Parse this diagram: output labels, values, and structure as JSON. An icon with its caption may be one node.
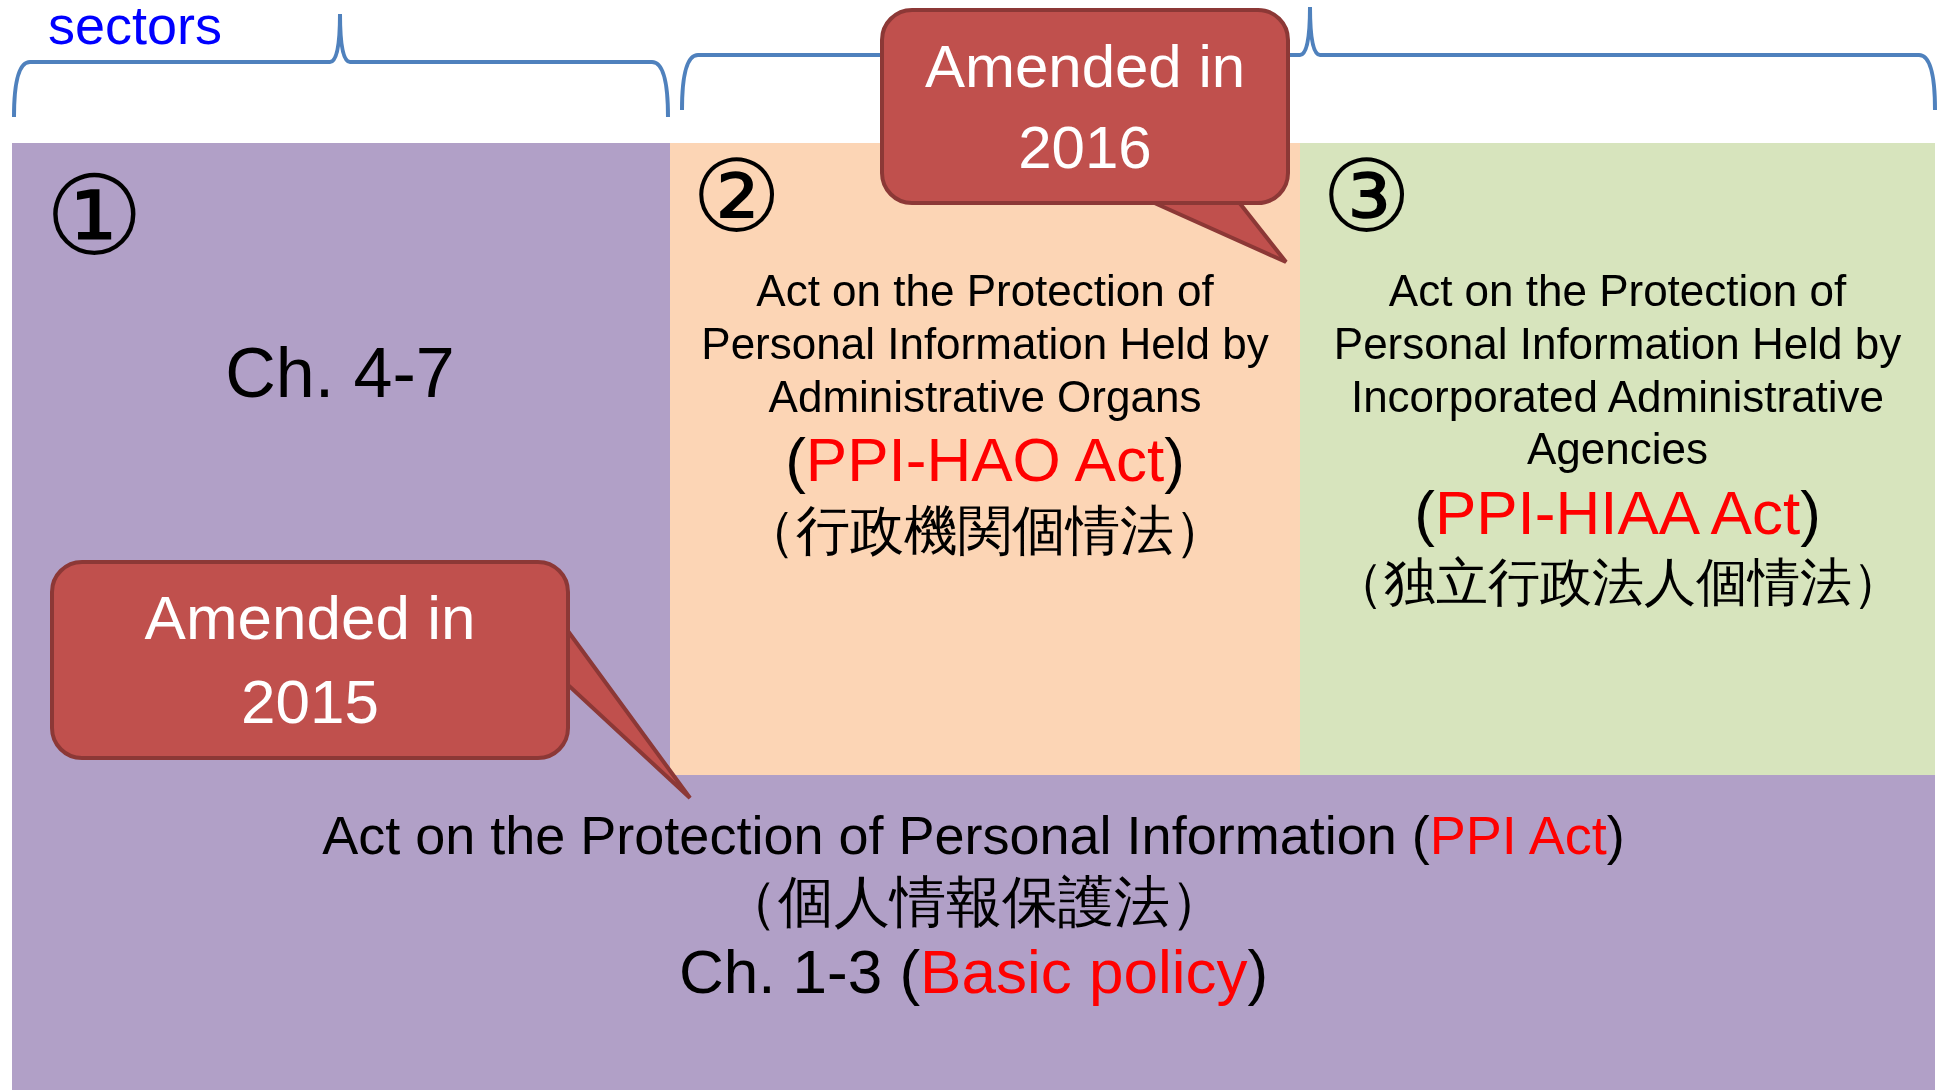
{
  "diagram": {
    "nodes": [
      {
        "text": [
          "①",
          "Ch. 4-7",
          "Act on the Protection of Personal Information (PPI Act)",
          "（個人情報保護法）",
          "Ch. 1-3 (Basic policy)"
        ]
      },
      {
        "text": [
          "②",
          "Act on the Protection of Personal Information Held by Administrative Organs",
          "(PPI-HAO Act)",
          "（行政機関個情法）"
        ],
        "in": 0
      },
      {
        "text": [
          "③",
          "Act on the Protection of Personal Information Held by Incorporated Administrative Agencies",
          "(PPI-HIAA Act)",
          "（独立行政法人個情法）"
        ],
        "in": 0
      },
      {
        "text": [
          "Amended in 2016"
        ]
      },
      {
        "text": [
          "Amended in 2015"
        ],
        "in": 0
      }
    ],
    "edges": [
      {
        "from": 3,
        "to": 1,
        "arrow": "none"
      },
      {
        "from": 4,
        "to": 0,
        "arrow": "none"
      }
    ],
    "labels": [
      "sectors"
    ]
  }
}
